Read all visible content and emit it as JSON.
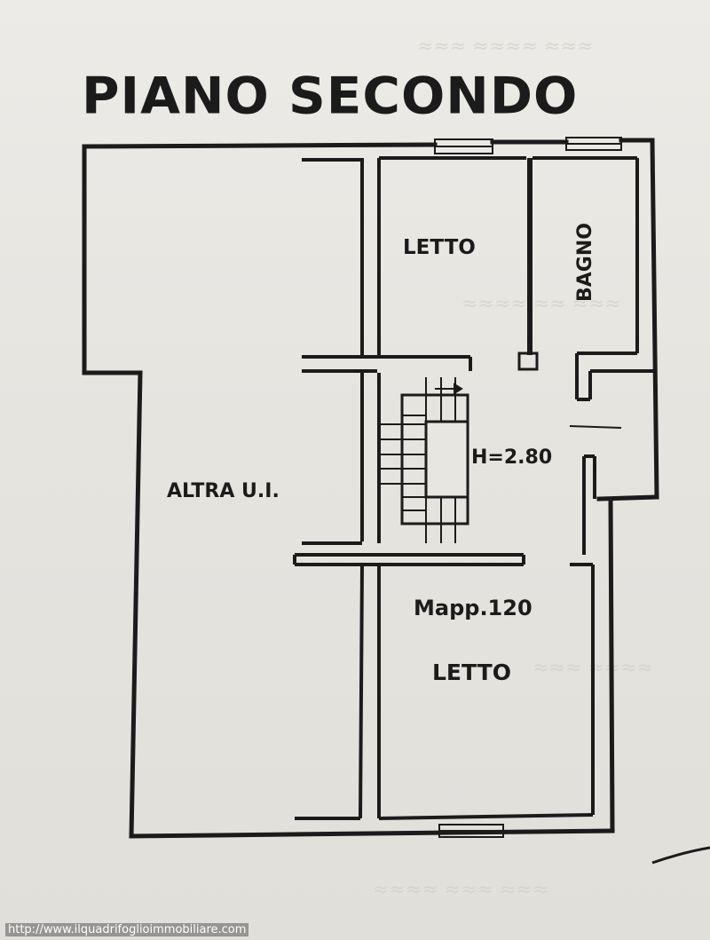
{
  "title": "PIANO SECONDO",
  "labels": {
    "altra_ui": "ALTRA U.I.",
    "letto_top": "LETTO",
    "bagno": "BAGNO",
    "ceiling_height": "H=2.80",
    "mappale": "Mapp.120",
    "letto_bottom": "LETTO"
  },
  "watermark": "http://www.ilquadrifoglioimmobiliare.com",
  "colors": {
    "wall": "#1b1b1b",
    "paper": "#e8e6e1"
  }
}
